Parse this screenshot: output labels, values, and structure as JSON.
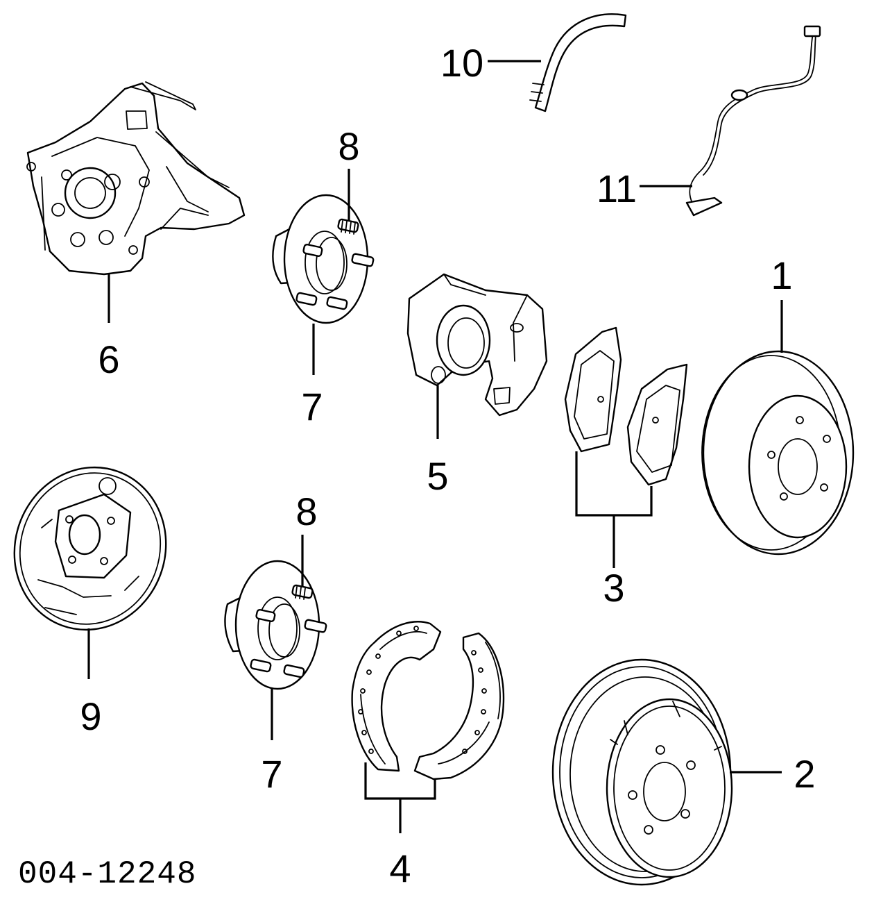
{
  "callouts": {
    "c1": "1",
    "c2": "2",
    "c3": "3",
    "c4": "4",
    "c5": "5",
    "c6": "6",
    "c7_upper": "7",
    "c7_lower": "7",
    "c8_upper": "8",
    "c8_lower": "8",
    "c9": "9",
    "c10": "10",
    "c11": "11"
  },
  "reference_code": "004-12248",
  "colors": {
    "line": "#000000",
    "background": "#ffffff"
  },
  "icons": {
    "1": "brake-rotor-icon",
    "2": "brake-drum-icon",
    "3": "disc-brake-pads-icon",
    "4": "drum-brake-shoes-icon",
    "5": "brake-caliper-icon",
    "6": "steering-knuckle-icon",
    "7": "wheel-hub-icon",
    "8": "wheel-stud-icon",
    "9": "backing-plate-icon",
    "10": "brake-hose-icon",
    "11": "abs-sensor-icon"
  }
}
